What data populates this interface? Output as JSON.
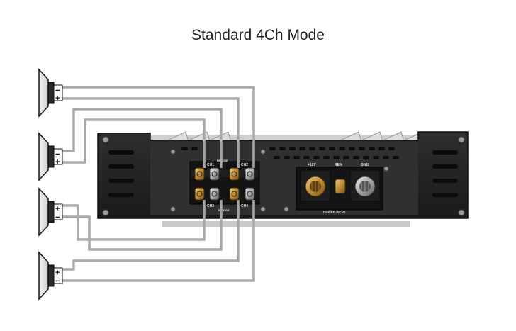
{
  "title": "Standard 4Ch Mode",
  "terminal_labels": {
    "top_ch1": "CH1",
    "top_bridge1": "BRIDGE",
    "top_ch2": "CH2",
    "bot_ch3": "CH3",
    "bot_bridge2": "BRIDGE",
    "bot_ch4": "CH4"
  },
  "power_labels": {
    "plus12v": "+12V",
    "rem": "REM",
    "gnd": "GND",
    "power_input": "POWER INPUT"
  },
  "speakers": [
    {
      "top_sign": "−",
      "bottom_sign": "+"
    },
    {
      "top_sign": "−",
      "bottom_sign": "+"
    },
    {
      "top_sign": "+",
      "bottom_sign": "−"
    },
    {
      "top_sign": "+",
      "bottom_sign": "−"
    }
  ],
  "colors": {
    "wire": "#a9a9a9",
    "amp_body": "#262626",
    "heatsink": "#dcdcdc",
    "gold_terminal": "#c89a3a",
    "silver_terminal": "#bdbdbd"
  },
  "icons": [
    "speaker-icon",
    "screw-icon",
    "terminal-block-icon",
    "power-input-icon"
  ]
}
